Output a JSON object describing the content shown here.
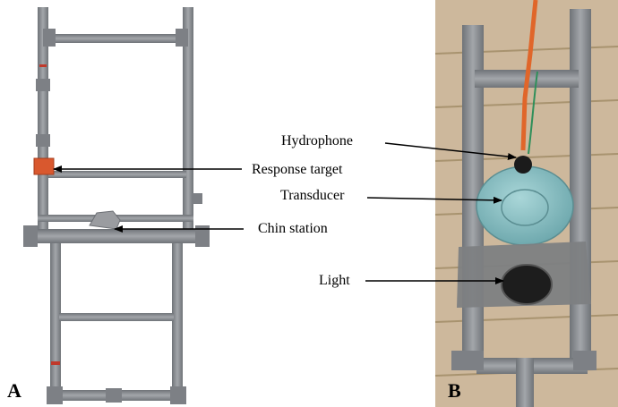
{
  "panels": {
    "a": {
      "letter": "A"
    },
    "b": {
      "letter": "B"
    }
  },
  "labels": {
    "response_target": "Response target",
    "chin_station": "Chin station",
    "hydrophone": "Hydrophone",
    "transducer": "Transducer",
    "light": "Light"
  },
  "colors": {
    "pipe": "#8e9196",
    "pipe_dark": "#6c6f74",
    "target": "#d9582e",
    "transducer": "#8ec3c7",
    "tape": "#7d7f82",
    "wood": "#cdb89c",
    "cable": "#e0662a"
  }
}
